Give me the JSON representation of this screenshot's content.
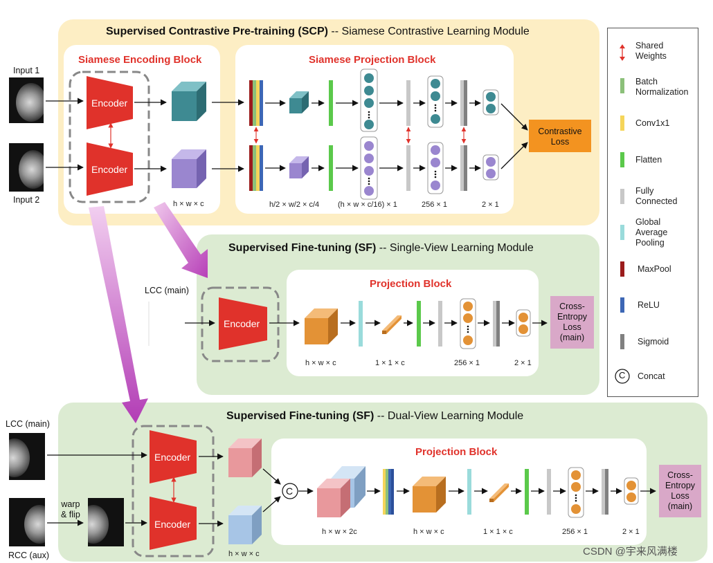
{
  "scp": {
    "title_bold": "Supervised Contrastive Pre-training (SCP)",
    "title_rest": " -- Siamese Contrastive Learning Module",
    "encoding_block_title": "Siamese Encoding Block",
    "projection_block_title": "Siamese Projection Block",
    "input1": "Input 1",
    "input2": "Input 2",
    "encoder1": "Encoder",
    "encoder2": "Encoder",
    "dims": [
      "h × w × c",
      "h/2 × w/2 × c/4",
      "(h × w × c/16) × 1",
      "256 × 1",
      "2 × 1"
    ],
    "loss": [
      "Contrastive",
      "Loss"
    ]
  },
  "sf_single": {
    "title_bold": "Supervised Fine-tuning (SF)",
    "title_rest": " -- Single-View Learning Module",
    "input": "LCC (main)",
    "encoder": "Encoder",
    "projection_block_title": "Projection Block",
    "dims": [
      "h × w × c",
      "1 × 1 × c",
      "256 × 1",
      "2 × 1"
    ],
    "loss": [
      "Cross-",
      "Entropy",
      "Loss",
      "(main)"
    ]
  },
  "sf_dual": {
    "title_bold": "Supervised Fine-tuning (SF)",
    "title_rest": " -- Dual-View Learning Module",
    "input_main": "LCC (main)",
    "input_aux": "RCC (aux)",
    "warp": [
      "warp",
      "& flip"
    ],
    "encoder1": "Encoder",
    "encoder2": "Encoder",
    "concat_symbol": "C",
    "projection_block_title": "Projection Block",
    "dims": [
      "h × w × c",
      "h × w × 2c",
      "h × w × c",
      "1 × 1 × c",
      "256 × 1",
      "2 × 1"
    ],
    "loss": [
      "Cross-",
      "Entropy",
      "Loss",
      "(main)"
    ]
  },
  "legend": {
    "items": [
      {
        "label": "Shared\nWeights",
        "color": "#e0322b"
      },
      {
        "label": "Batch\nNormalization",
        "color": "#8cc07a"
      },
      {
        "label": "Conv1x1",
        "color": "#f5d55a"
      },
      {
        "label": "Flatten",
        "color": "#5bc94b"
      },
      {
        "label": "Fully\nConnected",
        "color": "#c8c8c8"
      },
      {
        "label": "Global\nAverage\nPooling",
        "color": "#9adbdb"
      },
      {
        "label": "MaxPool",
        "color": "#9b1c1c"
      },
      {
        "label": "ReLU",
        "color": "#3d67b5"
      },
      {
        "label": "Sigmoid",
        "color": "#808080"
      },
      {
        "label": "Concat",
        "color": "#000000"
      }
    ],
    "concat_symbol": "C"
  },
  "watermark": "CSDN @宇来风满楼",
  "colors": {
    "scp_bg": "#fdeec4",
    "sf_bg": "#dcebd2",
    "encoder": "#e0322b",
    "teal": "#3e8a92",
    "purple": "#9a86cf",
    "orange": "#e39236",
    "pink": "#e8989c",
    "blue": "#a7c5e6",
    "loss_orange": "#f39320",
    "loss_pink": "#d9a8c8"
  }
}
